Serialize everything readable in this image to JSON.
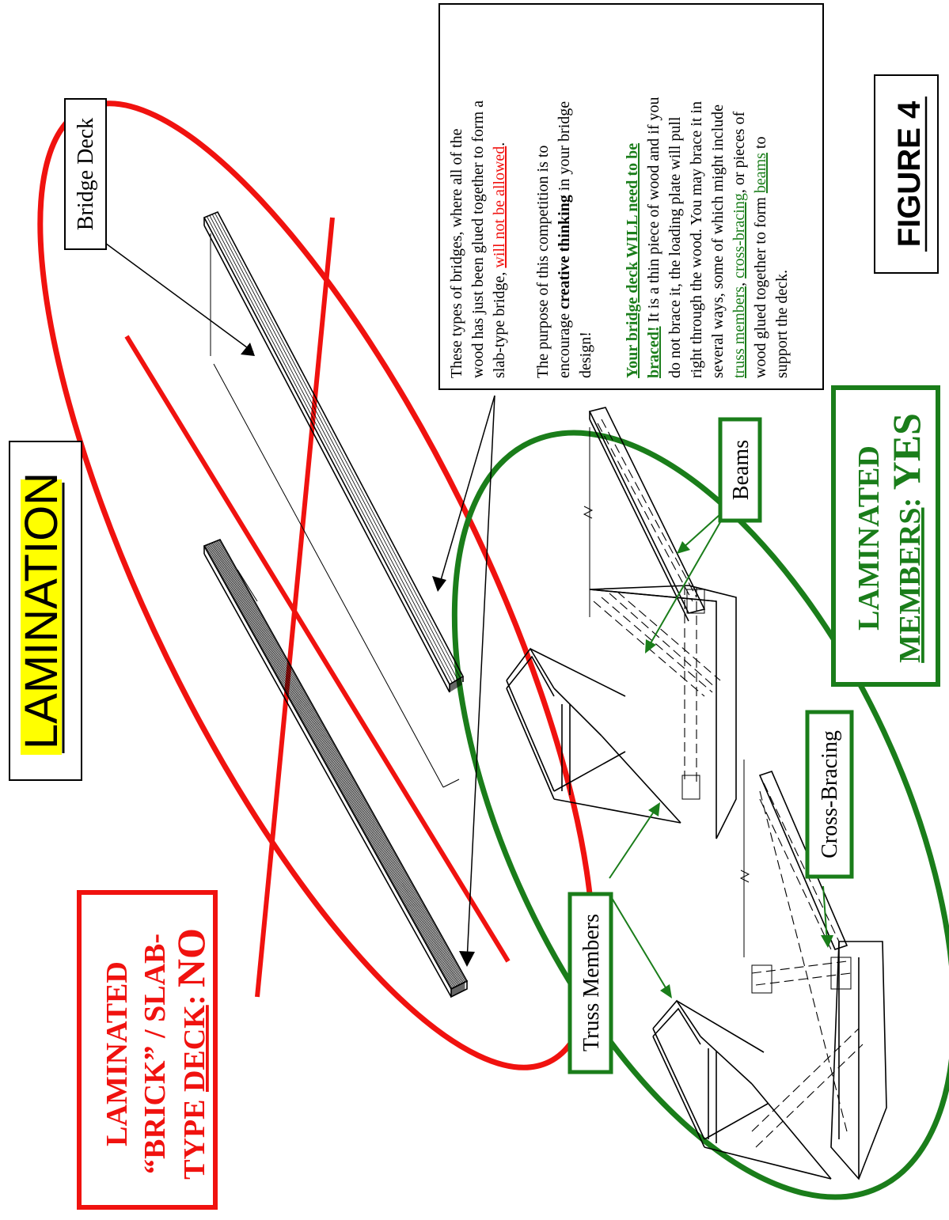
{
  "colors": {
    "red": "#f0120f",
    "green": "#1a7d1a",
    "highlight": "#ffff00",
    "ink": "#000000"
  },
  "title": {
    "text": "LAMINATION"
  },
  "figure_label": {
    "text": "FIGURE 4"
  },
  "no_panel": {
    "line1": "LAMINATED",
    "line2": "“BRICK” / SLAB-",
    "line3_prefix": "TYPE ",
    "line3_underlined": "DECK",
    "line3_colon": ": ",
    "verdict": "NO"
  },
  "yes_panel": {
    "line1": "LAMINATED",
    "line2_underlined": "MEMBERS",
    "line2_colon": ": ",
    "verdict": "YES"
  },
  "callouts": {
    "bridge_deck": "Bridge Deck",
    "beams": "Beams",
    "cross_bracing": "Cross-Bracing",
    "truss_members": "Truss Members"
  },
  "note": {
    "p1_a": "These types of bridges, where all of the",
    "p1_b": "wood has just been glued together to form a",
    "p1_c_prefix": "slab-type bridge, ",
    "p1_c_red": "will not be allowed",
    "p1_c_suffix": ".",
    "p2_a_prefix": "The purpose of this competition is to",
    "p2_b_prefix": "encourage ",
    "p2_b_bold": "creative thinking",
    "p2_b_suffix": " in your bridge",
    "p2_c": "design!",
    "p3_a_bold": "Your bridge deck WILL need to be",
    "p3_b_bold": "braced!",
    "p3_b_rest": "  It is a thin piece of wood and if you",
    "p3_c": "do not brace it, the loading plate will pull",
    "p3_d": "right through the wood.  You may brace it in",
    "p3_e": "several ways, some of which might include",
    "p3_f_green1": "truss members",
    "p3_f_sep1": ", ",
    "p3_f_green2": "cross-bracing",
    "p3_f_rest": ", or pieces of",
    "p3_g_prefix": "wood glued together to form ",
    "p3_g_green": "beams",
    "p3_g_suffix": " to",
    "p3_h": "support the deck."
  }
}
